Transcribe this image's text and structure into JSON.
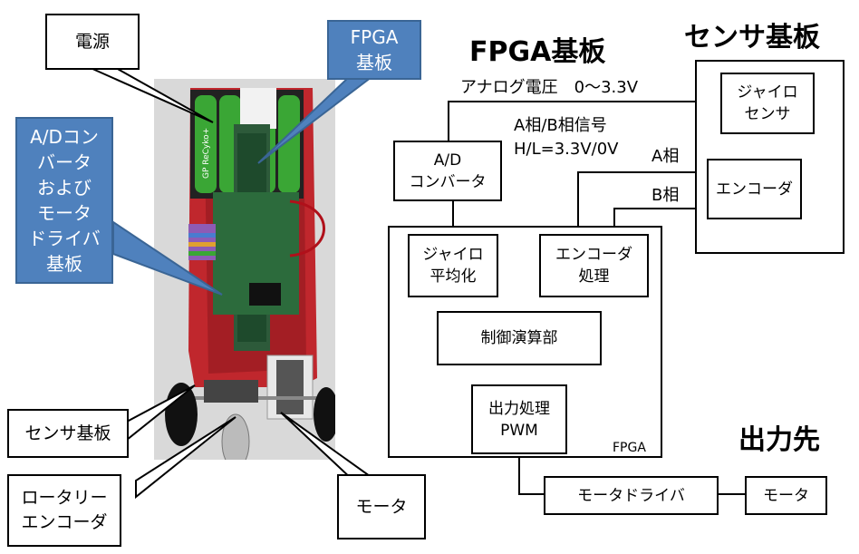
{
  "photo": {
    "callouts": {
      "power": "電源",
      "fpga_board": "FPGA\n基板",
      "adc_driver_board": "A/Dコン\nバータ\nおよび\nモータ\nドライバ\n基板",
      "sensor_board": "センサ基板",
      "rotary_encoder": "ロータリー\nエンコーダ",
      "motor": "モータ"
    },
    "battery_text": "GP ReCyko+"
  },
  "diagram": {
    "fpga_board_title": "FPGA基板",
    "sensor_board_title": "センサ基板",
    "output_title": "出力先",
    "analog_voltage_label": "アナログ電圧　0〜3.3V",
    "ab_signal_label": "A相/B相信号\nH/L=3.3V/0V",
    "a_phase_label": "A相",
    "b_phase_label": "B相",
    "fpga_label": "FPGA",
    "blocks": {
      "gyro_sensor": "ジャイロ\nセンサ",
      "encoder": "エンコーダ",
      "ad_converter": "A/D\nコンバータ",
      "gyro_average": "ジャイロ\n平均化",
      "encoder_processing": "エンコーダ\n処理",
      "control_unit": "制御演算部",
      "output_processing": "出力処理\nPWM",
      "motor_driver": "モータドライバ",
      "motor": "モータ"
    }
  }
}
